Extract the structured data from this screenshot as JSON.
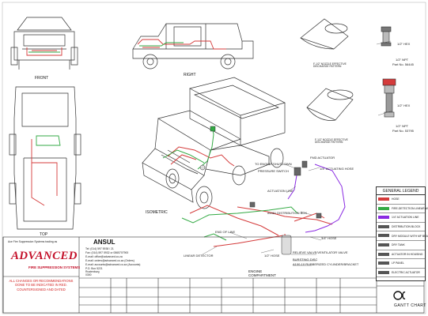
{
  "views": {
    "front": "FRONT",
    "right": "RIGHT",
    "top": "TOP",
    "isometric": "ISOMETRIC",
    "engine_compartment": "ENGINE\nCOMPARTMENT"
  },
  "callouts": {
    "to_engine_shutdown": "TO ENGINE SHUTDOWN",
    "pressure_switch": "PRESSURE SWITCH",
    "fmd_actuator": "FMD ACTUATOR",
    "actuating_hose_14": "1/4\" ACTUATING HOSE",
    "actuation_line": "ACTUATION LINE",
    "distribution_box": "#4461 DISTRIBUTION BOX",
    "hose_34": "3/4\" HOSE",
    "end_of_line": "END OF LINE",
    "hose_12": "1/2\" HOSE",
    "relieve_valve": "RELIEVE VALVE/VENTILATOR VALVE",
    "bursting_disc": "BURSTING DISC",
    "cylinder_bracket": "A100-10 RUBBERIZED CYLINDER/BRACKET",
    "nozzle_pattern_1": "F-1/2\" NOZZLE EFFECTIVE DISCHARGE PATTERN",
    "nozzle_pattern_2": "F-1/2\" NOZZLE EFFECTIVE DISCHARGE PATTERN",
    "hex_1": "1/2\" HEX",
    "npt_1": "1/2\" NPT",
    "part_1": "Part No. 56445",
    "hex_2": "1/2\" HEX",
    "npt_2": "1/2\" NPT",
    "part_2": "Part No. 53795",
    "linear_detector": "LINEAR DETECTOR"
  },
  "legend": {
    "title": "GENERAL LEGEND",
    "items": [
      {
        "label": "HOSE",
        "color": "#d43b3b"
      },
      {
        "label": "FIRE-DETECTION LINEAR WIRE",
        "color": "#33aa44"
      },
      {
        "label": "1/4\" ACTUATION LINE",
        "color": "#8a2be2"
      },
      {
        "label": "DISTRIBUTION BLOCK",
        "color": "#555555"
      },
      {
        "label": "DRY MODULE WITH MF BRACKET",
        "color": "#555555"
      },
      {
        "label": "DRY TANK",
        "color": "#555555"
      },
      {
        "label": "ACTUATOR IN HOUSING",
        "color": "#555555"
      },
      {
        "label": "LP PANEL",
        "color": "#555555"
      },
      {
        "label": "ELECTRIC ACTUATOR",
        "color": "#555555"
      }
    ]
  },
  "title_block": {
    "company_line": "Ace Fire Suppression Systems trading as",
    "brand": "ADVANCED",
    "brand_sub": "FIRE SUPPRESSION SYSTEMS",
    "ansul": "ANSUL",
    "tel": "Tel: (014) 597 5938 / 21",
    "fax": "Fax: (014) 597 5932 or 0865707900",
    "email1": "E-mail: office@advanced.co.za",
    "email2": "E-mail: orders@advanced.co.za (Orders)",
    "email3": "E-mail: accounts@advanced.co.za (Accounts)",
    "pobox": "P.O. Box 5221",
    "city": "Rustenburg",
    "code": "0300",
    "red_notice": "ALL CHANGES OR RECOMMENDATIONS DONE TO BE INDICATED IN RED. COUNTERSIGNED AND DATED",
    "gantt": "GANTT CHART"
  },
  "colors": {
    "hose": "#d43b3b",
    "detection": "#33aa44",
    "actuation": "#8a2be2",
    "frame": "#333333"
  }
}
